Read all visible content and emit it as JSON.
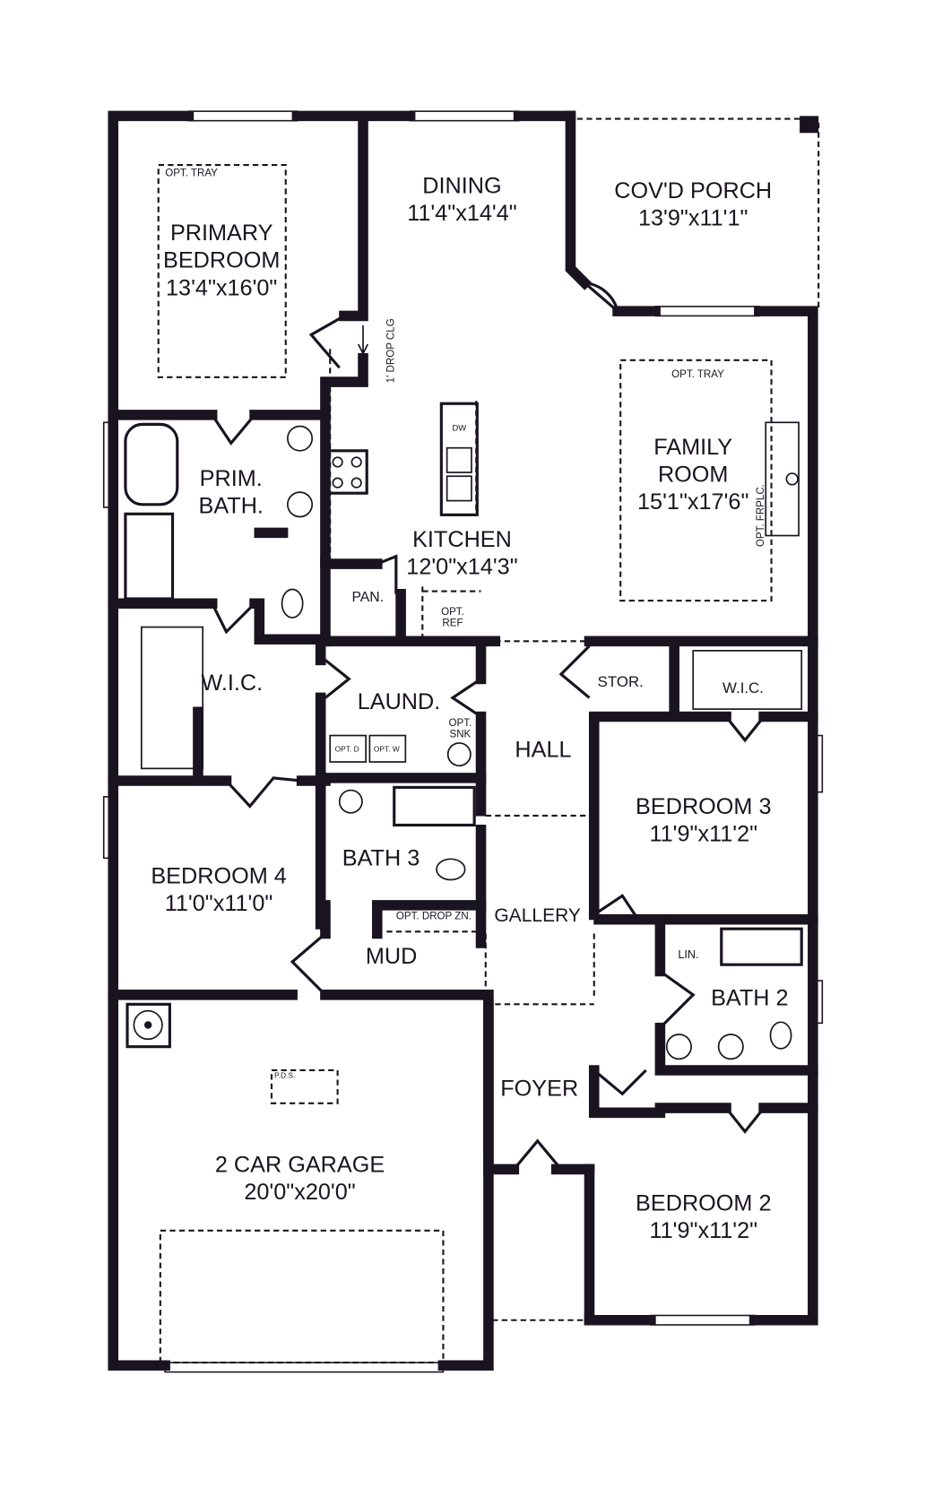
{
  "rooms": {
    "primary_bedroom": {
      "name1": "PRIMARY",
      "name2": "BEDROOM",
      "dims": "13'4\"x16'0\""
    },
    "dining": {
      "name": "DINING",
      "dims": "11'4\"x14'4\""
    },
    "covd_porch": {
      "name": "COV'D PORCH",
      "dims": "13'9\"x11'1\""
    },
    "family_room": {
      "name1": "FAMILY",
      "name2": "ROOM",
      "dims": "15'1\"x17'6\""
    },
    "prim_bath": {
      "name1": "PRIM.",
      "name2": "BATH."
    },
    "kitchen": {
      "name": "KITCHEN",
      "dims": "12'0\"x14'3\""
    },
    "pantry": {
      "name": "PAN."
    },
    "wic_primary": {
      "name": "W.I.C."
    },
    "laundry": {
      "name": "LAUND."
    },
    "hall": {
      "name": "HALL"
    },
    "storage": {
      "name": "STOR."
    },
    "wic_bed3": {
      "name": "W.I.C."
    },
    "bedroom3": {
      "name": "BEDROOM 3",
      "dims": "11'9\"x11'2\""
    },
    "bedroom4": {
      "name": "BEDROOM 4",
      "dims": "11'0\"x11'0\""
    },
    "bath3": {
      "name": "BATH 3"
    },
    "gallery": {
      "name": "GALLERY"
    },
    "mud": {
      "name": "MUD"
    },
    "linen": {
      "name": "LIN."
    },
    "bath2": {
      "name": "BATH 2"
    },
    "foyer": {
      "name": "FOYER"
    },
    "garage": {
      "name": "2 CAR GARAGE",
      "dims": "20'0\"x20'0\""
    },
    "bedroom2": {
      "name": "BEDROOM 2",
      "dims": "11'9\"x11'2\""
    }
  },
  "notes": {
    "opt_tray_primary": "OPT. TRAY",
    "opt_tray_family": "OPT. TRAY",
    "drop_clg": "1' DROP CLG",
    "dw": "DW",
    "opt_frplc": "OPT. FRPLC.",
    "opt_ref1": "OPT.",
    "opt_ref2": "REF",
    "opt_d": "OPT. D",
    "opt_w": "OPT. W",
    "opt_snk1": "OPT.",
    "opt_snk2": "SNK",
    "opt_drop_zn": "OPT. DROP ZN.",
    "pds": "P.D.S."
  }
}
